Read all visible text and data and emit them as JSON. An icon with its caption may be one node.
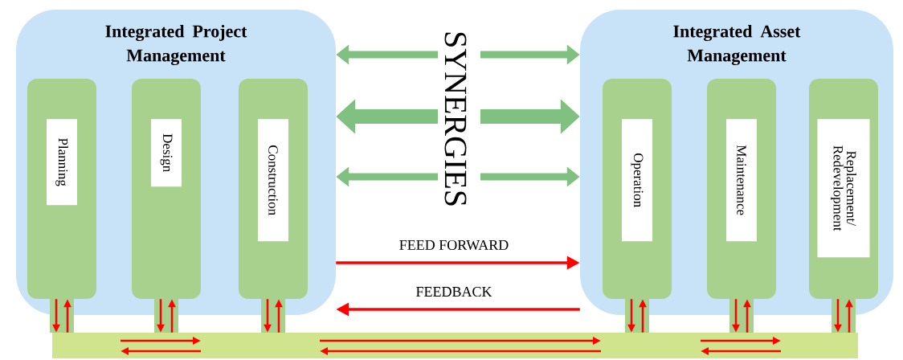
{
  "diagram": {
    "nodes": [
      {
        "text": [
          "Integrated Project Management"
        ]
      },
      {
        "text": [
          "Planning"
        ],
        "in": 0
      },
      {
        "text": [
          "Design"
        ],
        "in": 0
      },
      {
        "text": [
          "Construction"
        ],
        "in": 0
      },
      {
        "text": [
          "Integrated Asset Management"
        ]
      },
      {
        "text": [
          "Operation"
        ],
        "in": 4
      },
      {
        "text": [
          "Maintenance"
        ],
        "in": 4
      },
      {
        "text": [
          "Replacement/ Redevelopment"
        ],
        "in": 4
      },
      {
        "text": [],
        "shape": "bar"
      },
      {
        "text": [
          "SYNERGIES"
        ]
      }
    ],
    "edges": [
      {
        "from": 1,
        "to": 8,
        "arrow": "to"
      },
      {
        "from": 8,
        "to": 1,
        "arrow": "to"
      },
      {
        "from": 2,
        "to": 8,
        "arrow": "to"
      },
      {
        "from": 8,
        "to": 2,
        "arrow": "to"
      },
      {
        "from": 3,
        "to": 8,
        "arrow": "to"
      },
      {
        "from": 8,
        "to": 3,
        "arrow": "to"
      },
      {
        "from": 5,
        "to": 8,
        "arrow": "to"
      },
      {
        "from": 8,
        "to": 5,
        "arrow": "to"
      },
      {
        "from": 6,
        "to": 8,
        "arrow": "to"
      },
      {
        "from": 8,
        "to": 6,
        "arrow": "to"
      },
      {
        "from": 7,
        "to": 8,
        "arrow": "to"
      },
      {
        "from": 8,
        "to": 7,
        "arrow": "to"
      },
      {
        "from": 9,
        "to": 0,
        "arrow": "to",
        "color": "#80c080",
        "style": "thick"
      },
      {
        "from": 9,
        "to": 0,
        "arrow": "to",
        "color": "#80c080",
        "style": "thick"
      },
      {
        "from": 9,
        "to": 0,
        "arrow": "to",
        "color": "#80c080",
        "style": "thick"
      },
      {
        "from": 9,
        "to": 4,
        "arrow": "to",
        "color": "#80c080",
        "style": "thick"
      },
      {
        "from": 9,
        "to": 4,
        "arrow": "to",
        "color": "#80c080",
        "style": "thick"
      },
      {
        "from": 9,
        "to": 4,
        "arrow": "to",
        "color": "#80c080",
        "style": "thick"
      },
      {
        "from": 0,
        "to": 4,
        "arrow": "to",
        "label": "FEED FORWARD"
      },
      {
        "from": 4,
        "to": 0,
        "arrow": "to",
        "label": "FEEDBACK"
      }
    ]
  }
}
